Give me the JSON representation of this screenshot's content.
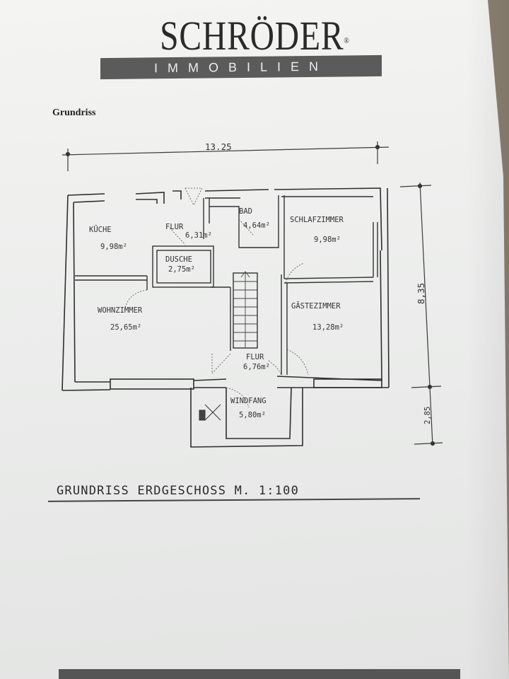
{
  "logo": {
    "name": "SCHRÖDER",
    "registered": "®",
    "tagline": "IMMOBILIEN"
  },
  "heading": "Grundriss",
  "dimensions": {
    "width": "13.25",
    "depth_main": "8,35",
    "depth_entry": "2,85"
  },
  "rooms": [
    {
      "name": "KÜCHE",
      "area": "9,98m²"
    },
    {
      "name": "FLUR",
      "area": "6,31m²"
    },
    {
      "name": "BAD",
      "area": "4,64m²"
    },
    {
      "name": "SCHLAFZIMMER",
      "area": "9,98m²"
    },
    {
      "name": "DUSCHE",
      "area": "2,75m²"
    },
    {
      "name": "WOHNZIMMER",
      "area": "25,65m²"
    },
    {
      "name": "GÄSTEZIMMER",
      "area": "13,28m²"
    },
    {
      "name": "FLUR",
      "area": "6,76m²"
    },
    {
      "name": "WINDFANG",
      "area": "5,80m²"
    }
  ],
  "caption": "GRUNDRISS ERDGESCHOSS M. 1:100",
  "colors": {
    "ink": "#333333",
    "paper": "#eeeeed",
    "logo_bar": "#5b5b5b"
  }
}
